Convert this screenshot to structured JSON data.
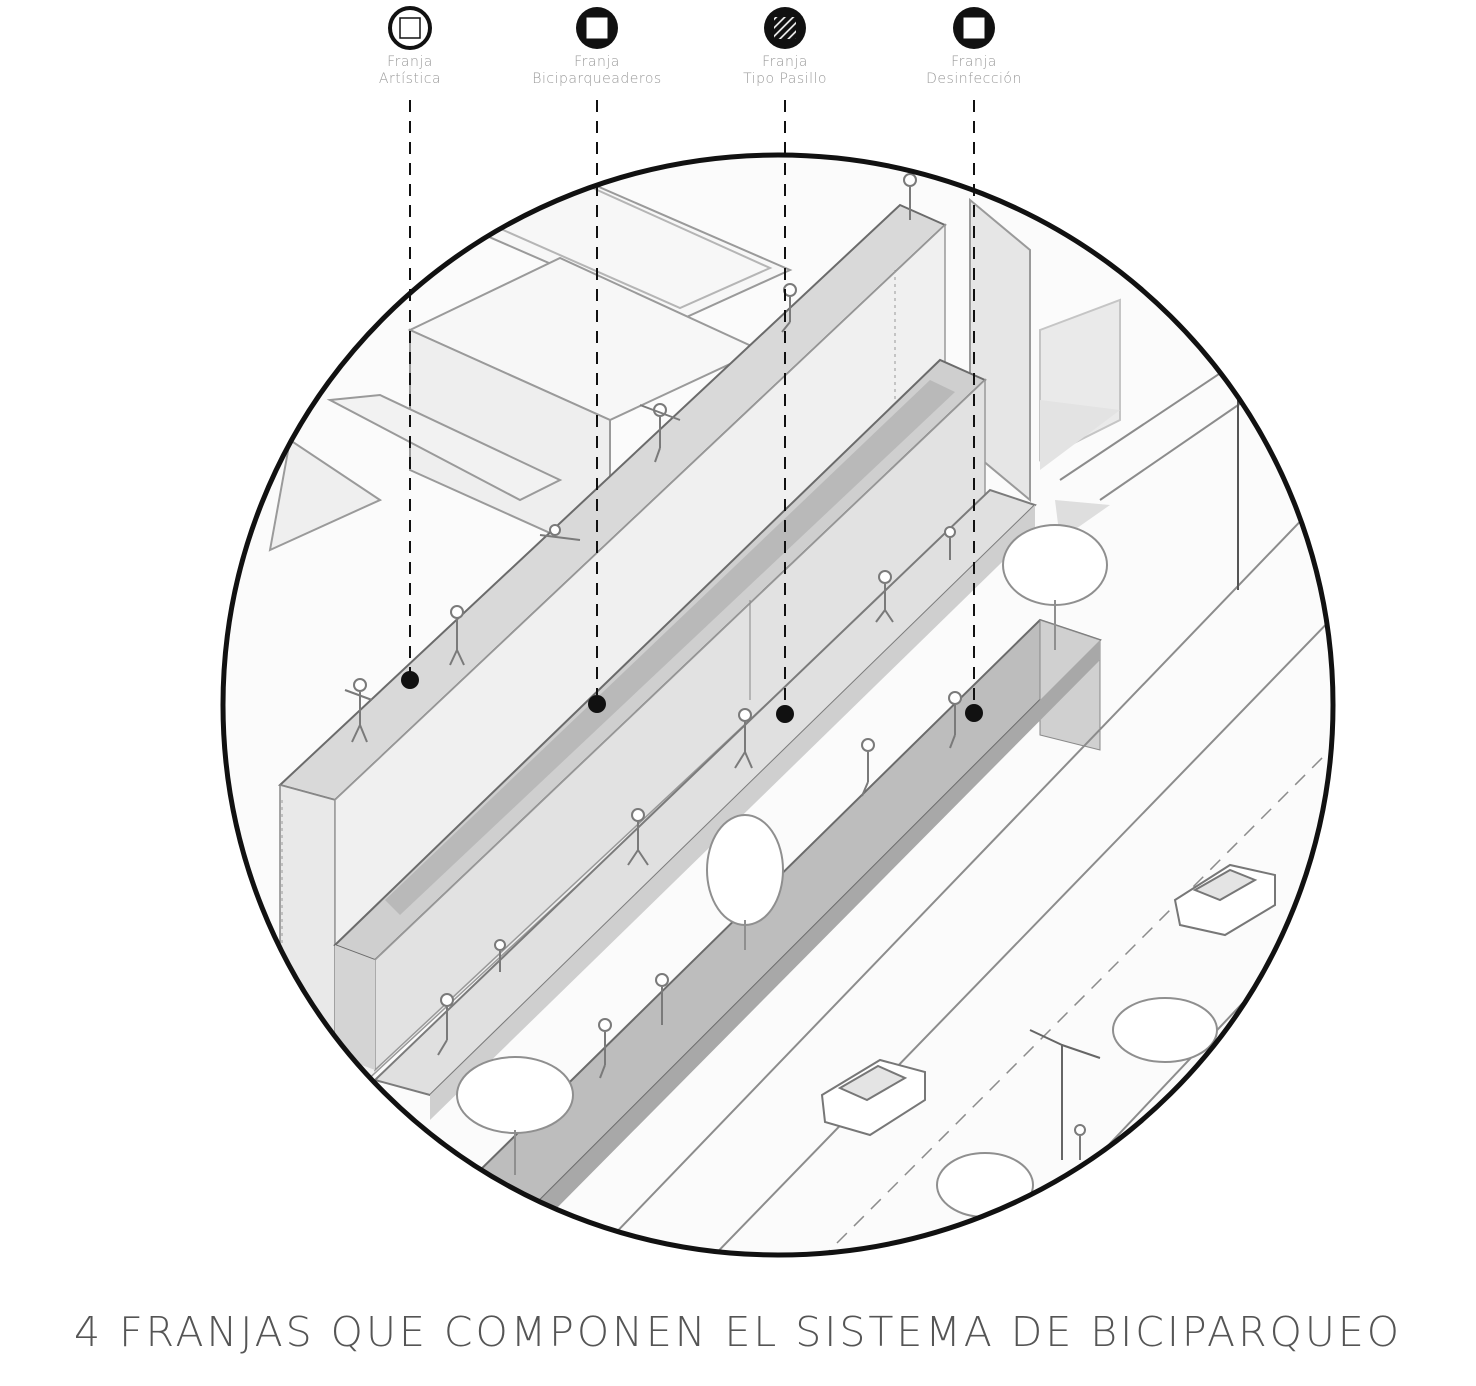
{
  "legend": [
    {
      "line1": "Franja",
      "line2": "Artística",
      "icon": "hollow-square-icon"
    },
    {
      "line1": "Franja",
      "line2": "Biciparqueaderos",
      "icon": "bold-square-icon"
    },
    {
      "line1": "Franja",
      "line2": "Tipo Pasillo",
      "icon": "hatched-square-icon"
    },
    {
      "line1": "Franja",
      "line2": "Desinfección",
      "icon": "bold-square-icon"
    }
  ],
  "caption": "4 FRANJAS QUE COMPONEN EL SISTEMA DE BICIPARQUEO",
  "colors": {
    "ink": "#111111",
    "label": "#9a9a9a",
    "slab": "#d9d9d9",
    "path": "#bdbdbd",
    "wall": "#e6e6e6",
    "line": "#8c8c8c"
  }
}
